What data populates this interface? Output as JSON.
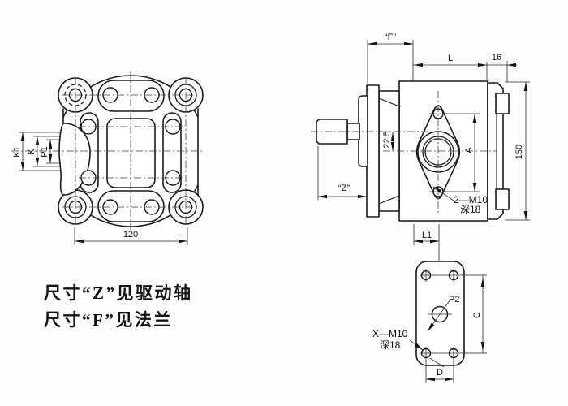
{
  "drawing": {
    "kind": "gear-pump outline drawing",
    "notes": {
      "line1": "尺寸“Z”见驱动轴",
      "line2": "尺寸“F”见法兰"
    },
    "front_view": {
      "dim_width": "120",
      "dim_k1": "K1",
      "dim_k": "K",
      "dim_p1": "P1"
    },
    "side_view": {
      "dim_flange": "“F”",
      "dim_l": "L",
      "dim_16": "16",
      "dim_height": "150",
      "dim_offset": "22.5",
      "dim_a": "A",
      "dim_shaft": "“Z”",
      "dim_l1": "L1",
      "label_thread": "2—M10",
      "label_thread_depth": "深18"
    },
    "bottom_view": {
      "label_port": "P2",
      "dim_c": "C",
      "dim_d": "D",
      "label_thread": "X—M10",
      "label_thread_depth": "深18"
    },
    "colors": {
      "line": "#1a1a1a",
      "background": "#ffffff"
    }
  }
}
